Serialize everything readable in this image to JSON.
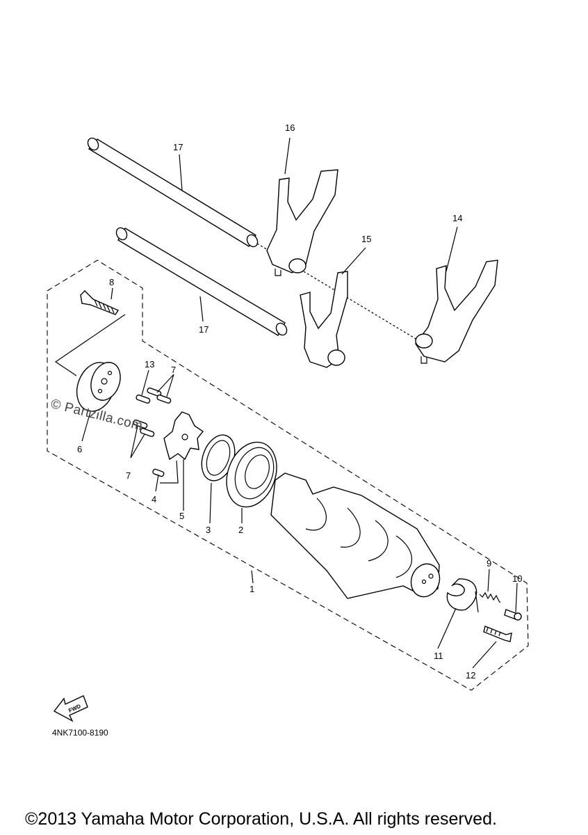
{
  "callouts": [
    "1",
    "2",
    "3",
    "4",
    "5",
    "6",
    "7",
    "8",
    "9",
    "10",
    "11",
    "12",
    "13",
    "14",
    "15",
    "16",
    "17"
  ],
  "fwd_label": "FWD",
  "part_code": "4NK7100-8190",
  "watermark": "© Partzilla.com",
  "copyright": "©2013 Yamaha Motor Corporation, U.S.A. All rights reserved."
}
